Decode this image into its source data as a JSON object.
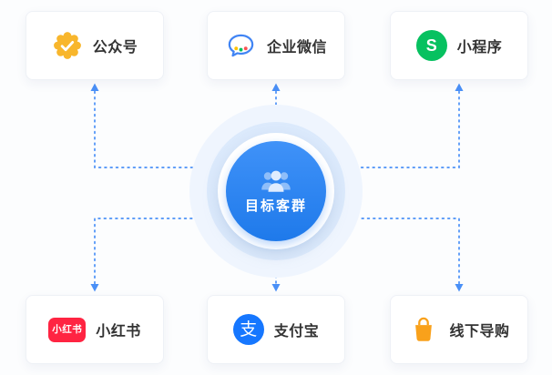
{
  "diagram": {
    "center": {
      "label": "目标客群",
      "icon": "target-audience-group-icon"
    },
    "channels": [
      {
        "id": "official-account",
        "label": "公众号",
        "icon": "official-account-badge-icon",
        "position": "top-left"
      },
      {
        "id": "wecom",
        "label": "企业微信",
        "icon": "wecom-bubble-icon",
        "position": "top-center"
      },
      {
        "id": "mini-program",
        "label": "小程序",
        "icon": "mini-program-icon",
        "icon_text": "S",
        "position": "top-right"
      },
      {
        "id": "xiaohongshu",
        "label": "小红书",
        "icon": "xiaohongshu-logo-icon",
        "icon_text": "小红书",
        "position": "bottom-left"
      },
      {
        "id": "alipay",
        "label": "支付宝",
        "icon": "alipay-icon",
        "icon_text": "支",
        "position": "bottom-center"
      },
      {
        "id": "offline-guide",
        "label": "线下导购",
        "icon": "shopping-bag-icon",
        "position": "bottom-right"
      }
    ]
  },
  "colors": {
    "bg": "#fcfdfe",
    "card-border": "#eef1f6",
    "text": "#333333",
    "arrow-color": "#4a90f7",
    "hub-blue": "#2080f7",
    "halo-outer": "#eff5fe",
    "halo-mid": "#dceafc",
    "gold": "#f8b62c",
    "wecom-blue": "#4084f4",
    "green": "#07c160",
    "xhs-red": "#ff2442",
    "alipay-blue": "#1677ff",
    "bag-orange": "#f9a11b"
  }
}
